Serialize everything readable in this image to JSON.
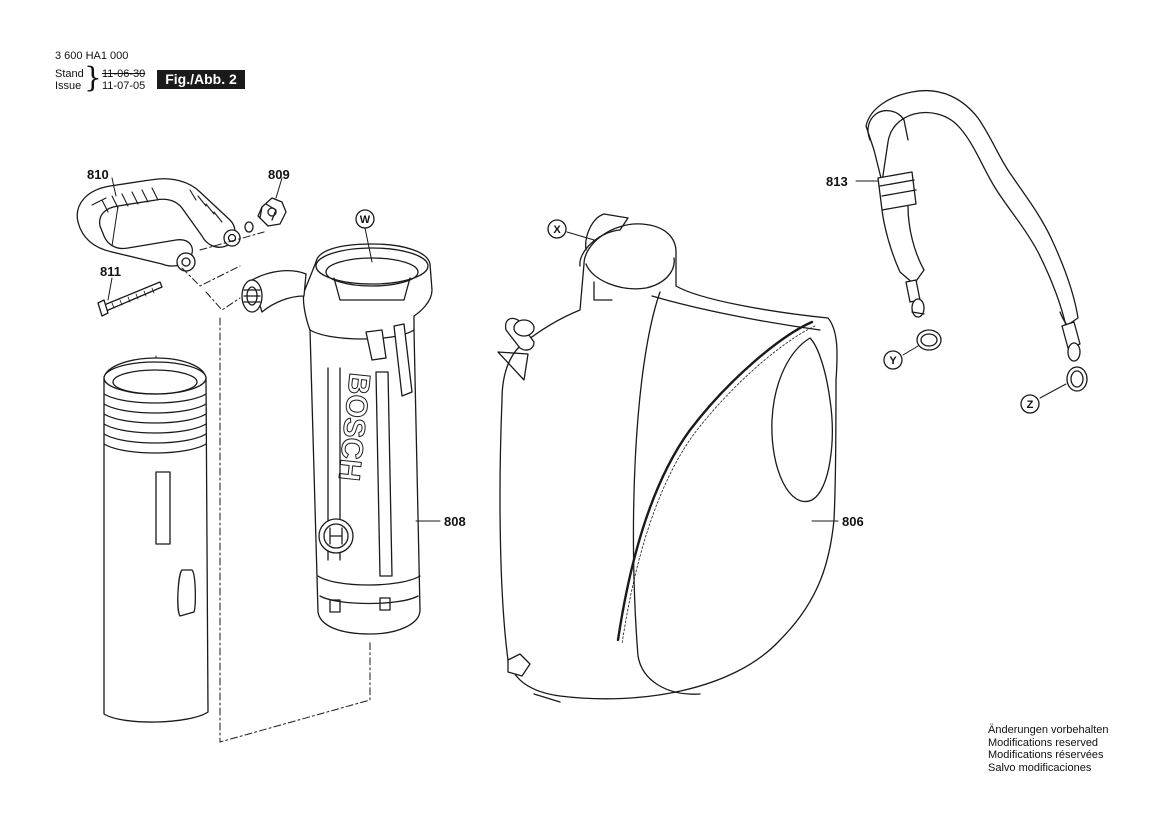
{
  "header": {
    "part_number": "3 600 HA1 000",
    "stand_label": "Stand",
    "issue_label": "Issue",
    "stand_date_old": "11-06-30",
    "issue_date": "11-07-05",
    "figure_label": "Fig./Abb. 2"
  },
  "parts": [
    {
      "id": "810"
    },
    {
      "id": "809"
    },
    {
      "id": "811"
    },
    {
      "id": "808"
    },
    {
      "id": "806"
    },
    {
      "id": "813"
    }
  ],
  "callouts": [
    {
      "letter": "W"
    },
    {
      "letter": "X"
    },
    {
      "letter": "Y"
    },
    {
      "letter": "Z"
    }
  ],
  "brand_text": "BOSCH",
  "notes": [
    "Änderungen vorbehalten",
    "Modifications reserved",
    "Modifications réservées",
    "Salvo modificaciones"
  ]
}
